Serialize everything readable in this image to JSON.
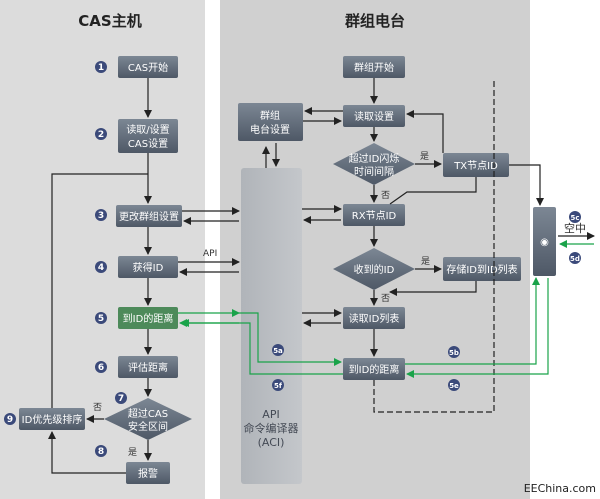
{
  "left_title": "CAS主机",
  "right_title": "群组电台",
  "left_steps": [
    {
      "num": "1",
      "label": "CAS开始"
    },
    {
      "num": "2",
      "label1": "读取/设置",
      "label2": "CAS设置"
    },
    {
      "num": "3",
      "label": "更改群组设置"
    },
    {
      "num": "4",
      "label": "获得ID"
    },
    {
      "num": "5",
      "label": "到ID的距离"
    },
    {
      "num": "6",
      "label": "评估距离"
    },
    {
      "num": "7",
      "label1": "超过CAS",
      "label2": "安全区间"
    },
    {
      "num": "8",
      "label": "报警"
    },
    {
      "num": "9",
      "label": "ID优先级排序"
    }
  ],
  "branch_labels": {
    "no_left": "否",
    "yes_left": "是",
    "yes_right1": "是",
    "no_right1": "否",
    "yes_right2": "是",
    "no_right2": "否"
  },
  "api_label": "API",
  "aci": {
    "line1": "API",
    "line2": "命令编译器",
    "line3": "(ACI)"
  },
  "right_boxes": {
    "start": "群组开始",
    "group_set1": "群组",
    "group_set2": "电台设置",
    "read_set": "读取设置",
    "exceed1": "超过ID闪烁",
    "exceed2": "时间间隔",
    "tx": "TX节点ID",
    "rx": "RX节点ID",
    "received": "收到的ID",
    "store": "存储ID到ID列表",
    "read_list": "读取ID列表",
    "dist": "到ID的距离"
  },
  "markers": {
    "m5a": "5a",
    "m5b": "5b",
    "m5c": "5c",
    "m5d": "5d",
    "m5e": "5e",
    "m5f": "5f"
  },
  "air_label": "空中",
  "watermark": "EEChina.com"
}
